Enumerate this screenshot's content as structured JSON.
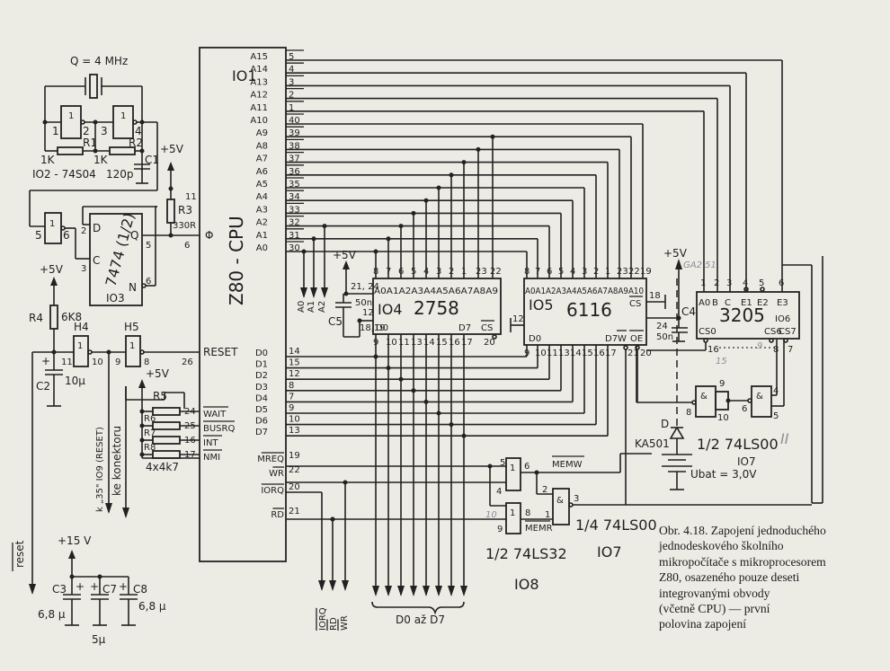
{
  "figure": {
    "caption_lines": [
      "Obr. 4.18. Zapojení jednoduchého",
      "jednodeskového školního",
      "mikropočítače s mikroprocesorem",
      "Z80, osazeného pouze deseti",
      "integrovanými obvody",
      "(včetně CPU) — první",
      "polovina zapojení"
    ]
  },
  "oscillator": {
    "crystal": "Q = 4 MHz",
    "gate_symbol": "1",
    "pins": [
      "1",
      "2",
      "3",
      "4"
    ],
    "r1": "R1",
    "r1_value": "1K",
    "r2": "R2",
    "r2_value": "1K",
    "c1": "C1",
    "c1_value": "120p",
    "ic": "IO2 - 74S04",
    "supply": "+5V"
  },
  "flipflop": {
    "r3": "R3",
    "r3_value": "330R",
    "r3_pin": "11",
    "inverter_pins": [
      "5",
      "6"
    ],
    "ic_name": "7474 (1/2)",
    "ic_ref": "IO3",
    "pins": {
      "d": "2",
      "c": "3",
      "q": "5",
      "n": "6"
    },
    "d_label": "D",
    "c_label": "C",
    "q_label": "Q",
    "n_label": "N",
    "phi_pin": "6"
  },
  "reset_circuit": {
    "supply": "+5V",
    "r4": "R4",
    "r4_value": "6K8",
    "c2": "C2",
    "c2_value": "10μ",
    "h4": "H4",
    "h5": "H5",
    "h4_pins": [
      "11",
      "10"
    ],
    "h5_pins": [
      "9",
      "8"
    ],
    "reset_pin": "26",
    "note_reset": "k „35\" IO9 (RESET)",
    "note_connector": "ke konektoru",
    "reset_out": "reset"
  },
  "pullups": {
    "supply": "+5V",
    "resistors": [
      "R5",
      "R6",
      "R7",
      "R8"
    ],
    "value": "4x4k7",
    "signals": [
      {
        "name": "WAIT",
        "pin": "24"
      },
      {
        "name": "BUSRQ",
        "pin": "25"
      },
      {
        "name": "INT",
        "pin": "16"
      },
      {
        "name": "NMI",
        "pin": "17"
      }
    ]
  },
  "power_caps": {
    "supply": "+15 V",
    "c3": "C3",
    "c3_value": "6,8 μ",
    "c7": "C7",
    "c7_value": "5μ",
    "c8": "C8",
    "c8_value": "6,8 μ"
  },
  "cpu": {
    "ref": "IO1",
    "name": "Z80 - CPU",
    "phi": "Φ",
    "reset": "RESET",
    "address_pins": [
      {
        "name": "A15",
        "pin": "5"
      },
      {
        "name": "A14",
        "pin": "4"
      },
      {
        "name": "A13",
        "pin": "3"
      },
      {
        "name": "A12",
        "pin": "2"
      },
      {
        "name": "A11",
        "pin": "1"
      },
      {
        "name": "A10",
        "pin": "40"
      },
      {
        "name": "A9",
        "pin": "39"
      },
      {
        "name": "A8",
        "pin": "38"
      },
      {
        "name": "A7",
        "pin": "37"
      },
      {
        "name": "A6",
        "pin": "36"
      },
      {
        "name": "A5",
        "pin": "35"
      },
      {
        "name": "A4",
        "pin": "34"
      },
      {
        "name": "A3",
        "pin": "33"
      },
      {
        "name": "A2",
        "pin": "32"
      },
      {
        "name": "A1",
        "pin": "31"
      },
      {
        "name": "A0",
        "pin": "30"
      }
    ],
    "data_pins": [
      {
        "name": "D0",
        "pin": "14"
      },
      {
        "name": "D1",
        "pin": "15"
      },
      {
        "name": "D2",
        "pin": "12"
      },
      {
        "name": "D3",
        "pin": "8"
      },
      {
        "name": "D4",
        "pin": "7"
      },
      {
        "name": "D5",
        "pin": "9"
      },
      {
        "name": "D6",
        "pin": "10"
      },
      {
        "name": "D7",
        "pin": "13"
      }
    ],
    "control_pins": [
      {
        "name": "MREQ",
        "pin": "19"
      },
      {
        "name": "WR",
        "pin": "22"
      },
      {
        "name": "IORQ",
        "pin": "20"
      },
      {
        "name": "RD",
        "pin": "21"
      }
    ]
  },
  "eprom": {
    "ref": "IO4",
    "name": "2758",
    "addr_pins": [
      "8",
      "7",
      "6",
      "5",
      "4",
      "3",
      "2",
      "1",
      "23",
      "22"
    ],
    "addr_labels": "A0A1A2A3A4A5A6A7A8A9",
    "data_pins": [
      "9",
      "10",
      "11",
      "13",
      "14",
      "15",
      "16",
      "17"
    ],
    "cs_pin": "20",
    "cs": "CS",
    "d0": "D0",
    "d7": "D7",
    "supply": "+5V",
    "vcc_pins": "21, 24",
    "pin12": "12",
    "gnd_pins": "18,19",
    "c5": "C5",
    "c5_value": "50n",
    "a_outs": [
      "A0",
      "A1",
      "A2"
    ]
  },
  "ram": {
    "ref": "IO5",
    "name": "6116",
    "addr_pins": [
      "8",
      "7",
      "6",
      "5",
      "4",
      "3",
      "2",
      "1",
      "23",
      "22",
      "19"
    ],
    "addr_labels": "A0A1A2A3A4A5A6A7A8A9A10",
    "data_pins": [
      "9",
      "10",
      "11",
      "13",
      "14",
      "15",
      "16",
      "17"
    ],
    "pin12": "12",
    "d0": "D0",
    "d7": "D7",
    "cs": "CS",
    "cs_pin": "18",
    "w": "W",
    "oe": "OE",
    "w_pin": "21",
    "oe_pin": "20",
    "supply": "+5V",
    "vcc_pin": "24",
    "c4": "C4",
    "c4_value": "50n",
    "pencil_note": "GA2 51"
  },
  "decoder": {
    "ref": "IO6",
    "name": "3205",
    "inputs": [
      {
        "name": "A0",
        "pin": "1"
      },
      {
        "name": "B",
        "pin": "2"
      },
      {
        "name": "C",
        "pin": "3"
      },
      {
        "name": "E1",
        "pin": "4"
      },
      {
        "name": "E2",
        "pin": "5"
      },
      {
        "name": "E3",
        "pin": "6"
      }
    ],
    "outputs": [
      {
        "name": "CS0",
        "pin": "16"
      },
      {
        "name": "CS6",
        "pin": "8"
      },
      {
        "name": "CS7",
        "pin": "7"
      }
    ],
    "pencil_notes": [
      "15",
      "9"
    ]
  },
  "battery_logic": {
    "nand_pins": [
      "8",
      "9",
      "10",
      "6",
      "4",
      "5"
    ],
    "gate_symbol": "&",
    "diode": "D",
    "diode_type": "KA501",
    "ic": "1/2 74LS00",
    "ic_ref": "IO7",
    "pencil_mark": "II",
    "battery": "Ubat = 3,0V"
  },
  "mem_logic": {
    "or_pins": [
      "5",
      "4",
      "6",
      "8",
      "9"
    ],
    "or_symbol": "1",
    "nand_symbol": "&",
    "nand_pins": [
      "2",
      "1",
      "3"
    ],
    "memw": "MEMW",
    "memr": "MEMR",
    "or_ic": "1/2 74LS32",
    "or_ref": "IO8",
    "nand_ic": "1/4 74LS00",
    "nand_ref": "IO7",
    "pencil_note": "10"
  },
  "bus_outputs": {
    "control": [
      "IORQ",
      "RD",
      "WR"
    ],
    "data": "D0 až D7"
  }
}
